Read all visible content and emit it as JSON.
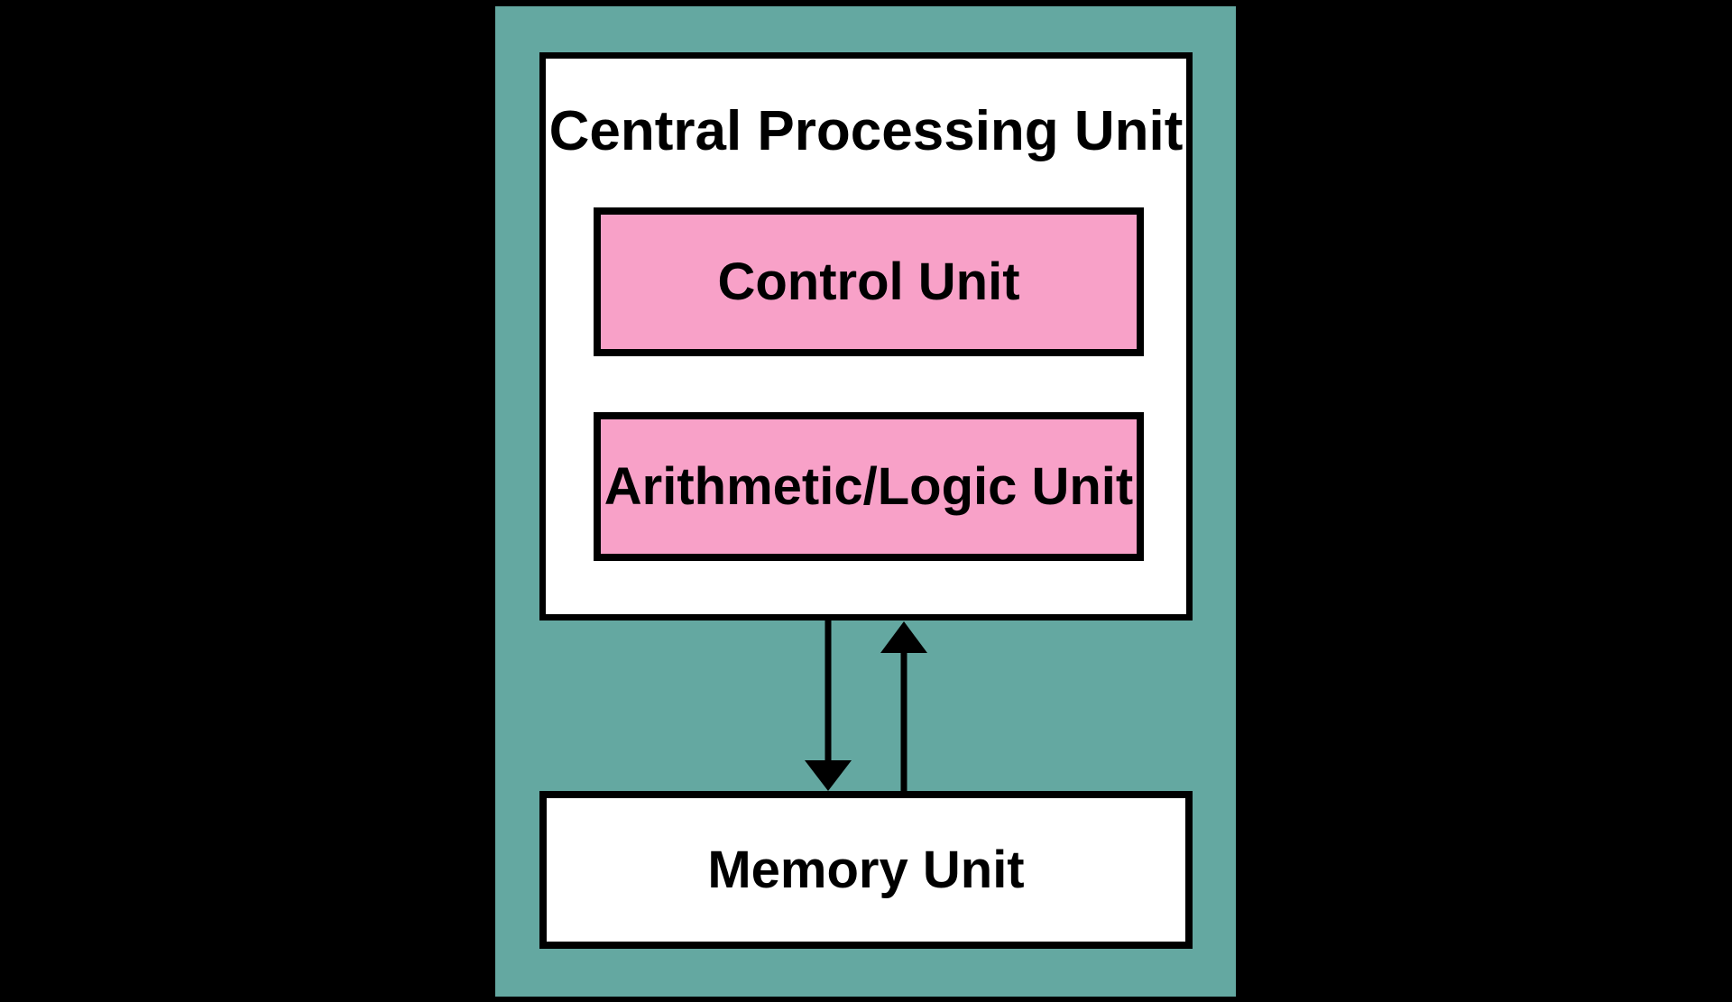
{
  "diagram": {
    "cpu": {
      "title": "Central Processing Unit",
      "control_unit_label": "Control Unit",
      "alu_label": "Arithmetic/Logic Unit"
    },
    "memory": {
      "label": "Memory Unit"
    },
    "connections": {
      "cpu_to_memory_icon": "arrow-down-icon",
      "memory_to_cpu_icon": "arrow-up-icon"
    },
    "colors": {
      "background": "#000000",
      "board": "#64A8A1",
      "box_fill": "#FFFFFF",
      "highlight_fill": "#F8A1C8",
      "border": "#000000",
      "text": "#000000"
    }
  }
}
